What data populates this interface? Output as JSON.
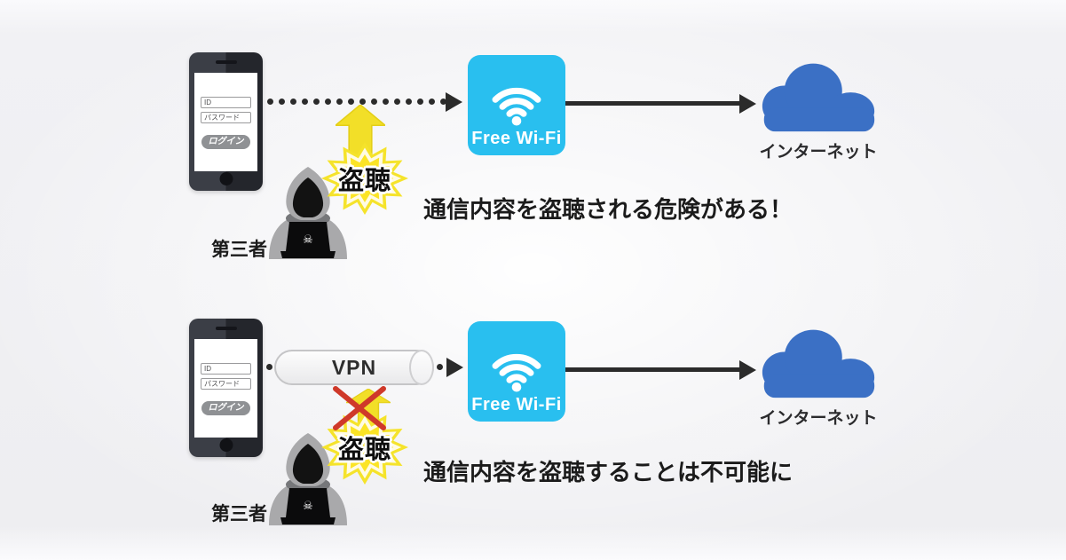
{
  "sections": {
    "danger": {
      "phone": {
        "id": "ID",
        "password": "パスワード",
        "login": "ログイン"
      },
      "wifi": "Free Wi-Fi",
      "internet": "インターネット",
      "eavesdrop": "盗聴",
      "attacker": "第三者",
      "caption": "通信内容を盗聴される危険がある！"
    },
    "vpn": {
      "phone": {
        "id": "ID",
        "password": "パスワード",
        "login": "ログイン"
      },
      "tunnel": "VPN",
      "wifi": "Free Wi-Fi",
      "internet": "インターネット",
      "eavesdrop": "盗聴",
      "attacker": "第三者",
      "caption": "通信内容を盗聴することは不可能に"
    }
  },
  "icons": {
    "skull": "☠"
  },
  "colors": {
    "wifi_box": "#29bfef",
    "cloud": "#3b70c5",
    "line": "#2b2b2b",
    "starburst": "#f5e32b",
    "alert_arrow": "#f2df28",
    "cross_red": "#cf392a",
    "hoodie": "#a9a9ab"
  }
}
